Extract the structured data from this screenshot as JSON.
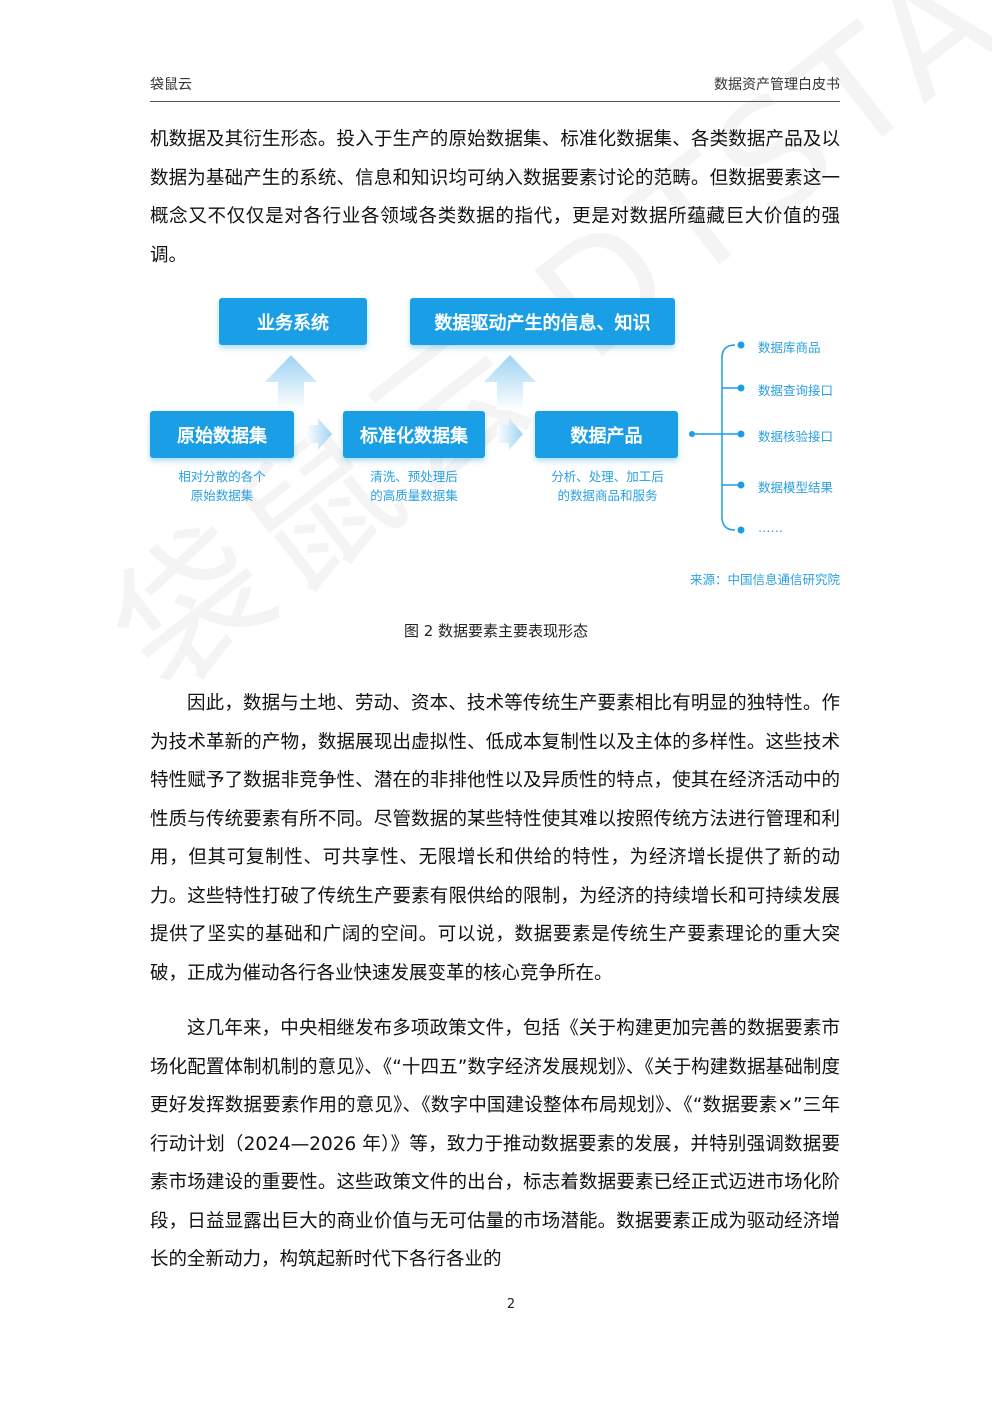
{
  "header": {
    "left": "袋鼠云",
    "right": "数据资产管理白皮书"
  },
  "paragraphs": {
    "p1": "机数据及其衍生形态。投入于生产的原始数据集、标准化数据集、各类数据产品及以数据为基础产生的系统、信息和知识均可纳入数据要素讨论的范畴。但数据要素这一概念又不仅仅是对各行业各领域各类数据的指代，更是对数据所蕴藏巨大价值的强调。",
    "p2": "因此，数据与土地、劳动、资本、技术等传统生产要素相比有明显的独特性。作为技术革新的产物，数据展现出虚拟性、低成本复制性以及主体的多样性。这些技术特性赋予了数据非竞争性、潜在的非排他性以及异质性的特点，使其在经济活动中的性质与传统要素有所不同。尽管数据的某些特性使其难以按照传统方法进行管理和利用，但其可复制性、可共享性、无限增长和供给的特性，为经济增长提供了新的动力。这些特性打破了传统生产要素有限供给的限制，为经济的持续增长和可持续发展提供了坚实的基础和广阔的空间。可以说，数据要素是传统生产要素理论的重大突破，正成为催动各行各业快速发展变革的核心竞争所在。",
    "p3": "这几年来，中央相继发布多项政策文件，包括《关于构建更加完善的数据要素市场化配置体制机制的意见》、《“十四五”数字经济发展规划》、《关于构建数据基础制度更好发挥数据要素作用的意见》、《数字中国建设整体布局规划》、《“数据要素×”三年行动计划（2024—2026 年）》等，致力于推动数据要素的发展，并特别强调数据要素市场建设的重要性。这些政策文件的出台，标志着数据要素已经正式迈进市场化阶段，日益显露出巨大的商业价值与无可估量的市场潜能。数据要素正成为驱动经济增长的全新动力，构筑起新时代下各行各业的"
  },
  "diagram": {
    "box_business": "业务系统",
    "box_info": "数据驱动产生的信息、知识",
    "box_raw": "原始数据集",
    "box_std": "标准化数据集",
    "box_product": "数据产品",
    "sub_raw": [
      "相对分散的各个",
      "原始数据集"
    ],
    "sub_std": [
      "清洗、预处理后",
      "的高质量数据集"
    ],
    "sub_product": [
      "分析、处理、加工后",
      "的数据商品和服务"
    ],
    "list": [
      "数据库商品",
      "数据查询接口",
      "数据核验接口",
      "数据模型结果",
      "……"
    ],
    "source": "来源：中国信息通信研究院",
    "color": "#1a9fe6"
  },
  "caption": "图 2  数据要素主要表现形态",
  "page_number": "2",
  "watermark": "袋鼠云 DTSTACK"
}
